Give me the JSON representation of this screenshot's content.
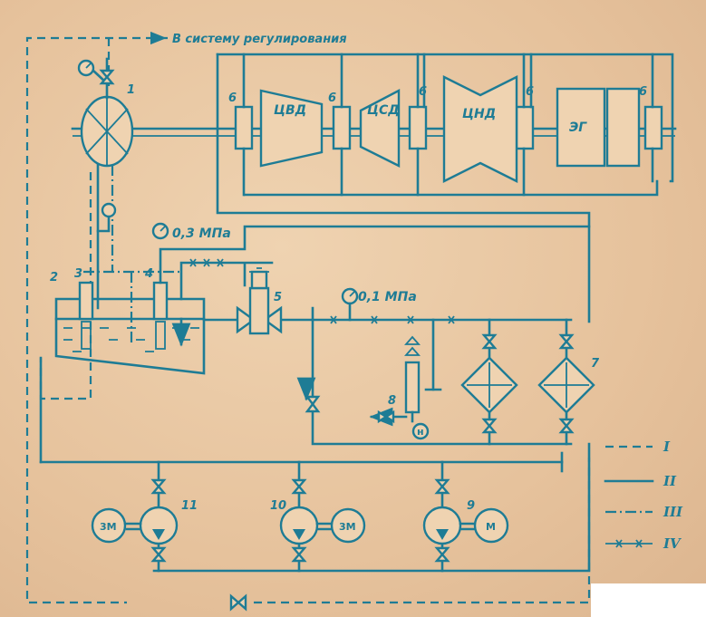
{
  "labels": {
    "regulation": "В систему регулирования",
    "hp": "ЦВД",
    "ip": "ЦСД",
    "lp": "ЦНД",
    "gen": "ЭГ",
    "p03": "0,3 МПа",
    "p01": "0,1 МПа",
    "motor_3m": "3M",
    "motor_m": "M",
    "n_mark": "н"
  },
  "numbers": {
    "n1": "1",
    "n2": "2",
    "n3": "3",
    "n4": "4",
    "n5": "5",
    "n6": "6",
    "n7": "7",
    "n8": "8",
    "n9": "9",
    "n10": "10",
    "n11": "11"
  },
  "legend": [
    {
      "style": "dashed",
      "label": "I"
    },
    {
      "style": "solid",
      "label": "II"
    },
    {
      "style": "dash-dot",
      "label": "III"
    },
    {
      "style": "cross-marked",
      "label": "IV"
    }
  ],
  "colors": {
    "line": "#1e7c95",
    "paper": "#e9c8a4"
  }
}
